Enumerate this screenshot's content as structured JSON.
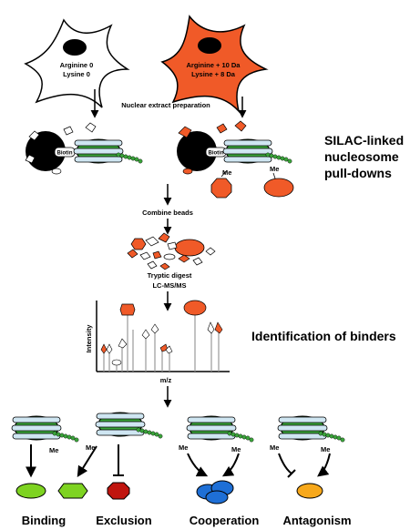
{
  "cells": {
    "light": {
      "line1": "Arginine 0",
      "line2": "Lysine 0"
    },
    "heavy": {
      "line1": "Arginine + 10 Da",
      "line2": "Lysine + 8 Da"
    }
  },
  "steps": {
    "extract": "Nuclear extract preparation",
    "combine": "Combine beads",
    "digest1": "Tryptic digest",
    "digest2": "LC-MS/MS"
  },
  "side_labels": {
    "silac1": "SILAC-linked",
    "silac2": "nucleosome",
    "silac3": "pull-downs",
    "identification": "Identification of binders"
  },
  "marks": {
    "biotin": "Biotin",
    "me": "Me"
  },
  "axes": {
    "intensity": "Intensity",
    "mz": "m/z"
  },
  "outcomes": [
    "Binding",
    "Exclusion",
    "Cooperation",
    "Antagonism"
  ],
  "colors": {
    "heavy": "#f05a28",
    "green": "#3aa43a",
    "blue": "#1e6fd6",
    "red": "#c0150f",
    "orange": "#f7a81b",
    "lime": "#7ed321"
  }
}
